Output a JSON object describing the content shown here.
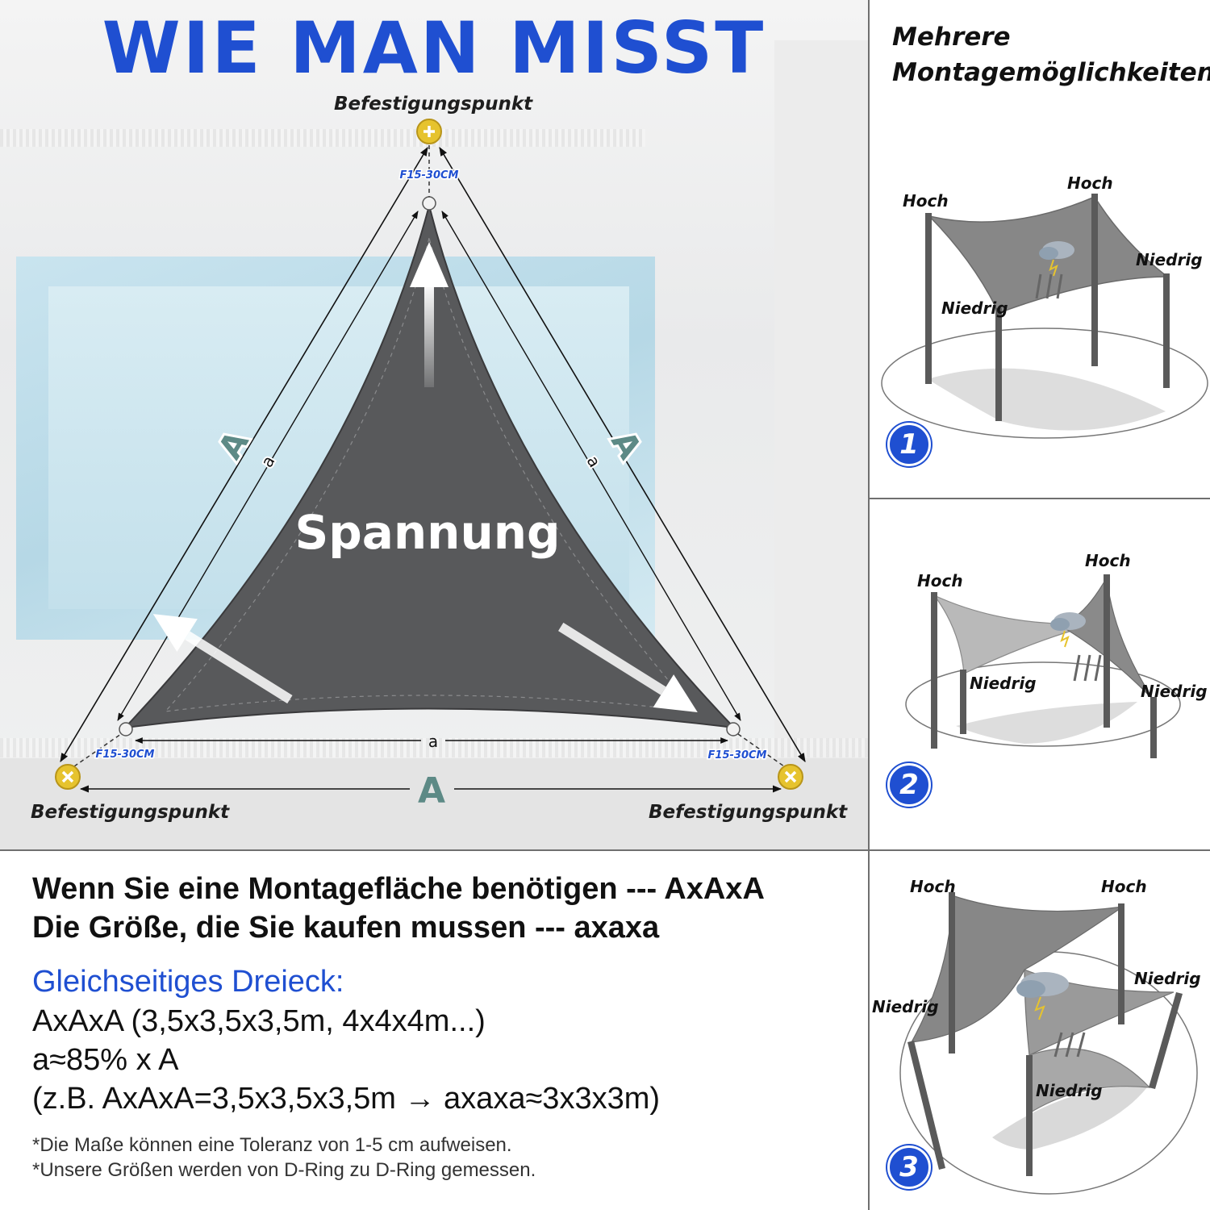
{
  "main": {
    "title": "WIE MAN MISST",
    "fix_point_top": "Befestigungspunkt",
    "fix_point_left": "Befestigungspunkt",
    "fix_point_right": "Befestigungspunkt",
    "tension_label": "Spannung",
    "dist_top": "F15-30CM",
    "dist_left": "F15-30CM",
    "dist_right": "F15-30CM",
    "outer_side_left": "A",
    "outer_side_right": "A",
    "outer_side_bottom": "A",
    "inner_side_left": "a",
    "inner_side_right": "a",
    "inner_side_bottom": "a",
    "colors": {
      "title": "#1f4fd1",
      "sail": "#58595b",
      "side_letter": "#5d8a86",
      "fix_point": "#e6c32e"
    }
  },
  "side": {
    "heading_line1": "Mehrere",
    "heading_line2": "Montagemöglichkeiten",
    "options": [
      {
        "number": "1",
        "labels": [
          "Hoch",
          "Hoch",
          "Niedrig",
          "Niedrig"
        ]
      },
      {
        "number": "2",
        "labels": [
          "Hoch",
          "Hoch",
          "Niedrig",
          "Niedrig"
        ]
      },
      {
        "number": "3",
        "labels": [
          "Hoch",
          "Hoch",
          "Niedrig",
          "Niedrig",
          "Niedrig"
        ]
      }
    ]
  },
  "info": {
    "line1": "Wenn Sie eine Montagefläche benötigen --- AxAxA",
    "line2": "Die Größe, die Sie kaufen mussen --- axaxa",
    "subheading": "Gleichseitiges Dreieck:",
    "detail1": "AxAxA (3,5x3,5x3,5m, 4x4x4m...)",
    "detail2": "a≈85% x A",
    "detail3": "(z.B. AxAxA=3,5x3,5x3,5m → axaxa≈3x3x3m)",
    "note1": "*Die Maße können eine Toleranz von 1-5 cm aufweisen.",
    "note2": "*Unsere Größen werden von D-Ring zu D-Ring gemessen."
  }
}
